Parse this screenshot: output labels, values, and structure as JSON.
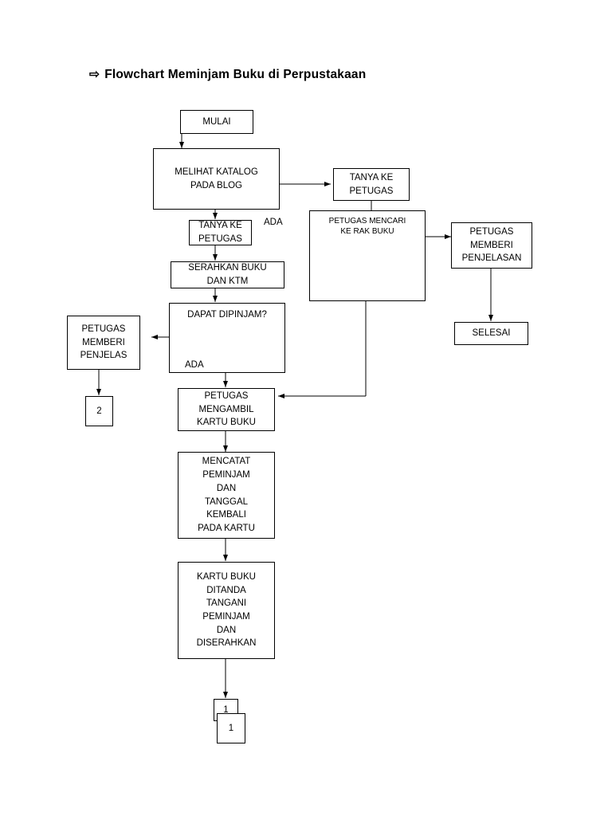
{
  "title": {
    "bullet": "⇨",
    "text": "Flowchart Meminjam Buku di Perpustakaan"
  },
  "nodes": [
    {
      "id": "mulai",
      "label": "MULAI"
    },
    {
      "id": "melihat-katalog",
      "label": "MELIHAT KATALOG\nPADA BLOG"
    },
    {
      "id": "tanya-petugas-1",
      "label": "TANYA KE\nPETUGAS"
    },
    {
      "id": "tanya-petugas-2",
      "label": "TANYA KE\nPETUGAS"
    },
    {
      "id": "petugas-mencari",
      "label": "PETUGAS  MENCARI\nKE RAK BUKU"
    },
    {
      "id": "petugas-memberi-penjelasan-1",
      "label": "PETUGAS\nMEMBERI\nPENJELASAN"
    },
    {
      "id": "selesai",
      "label": "SELESAI"
    },
    {
      "id": "serahkan-buku",
      "label": "SERAHKAN BUKU\nDAN KTM"
    },
    {
      "id": "dapat-dipinjam",
      "label": "DAPAT DIPINJAM?"
    },
    {
      "id": "petugas-memberi-penjelasan-2",
      "label": "PETUGAS\nMEMBERI\nPENJELAS"
    },
    {
      "id": "konektor-2",
      "label": "2"
    },
    {
      "id": "petugas-mengambil",
      "label": "PETUGAS\nMENGAMBIL\nKARTU BUKU"
    },
    {
      "id": "mencatat",
      "label": "MENCATAT\nPEMINJAM\nDAN\nTANGGAL\nKEMBALI\nPADA KARTU"
    },
    {
      "id": "kartu-buku",
      "label": "KARTU BUKU\nDITANDA\nTANGANI\nPEMINJAM\nDAN\nDISERAHKAN"
    },
    {
      "id": "konektor-1a",
      "label": "1"
    },
    {
      "id": "konektor-1b",
      "label": "1"
    }
  ],
  "edge_labels": [
    {
      "id": "ada-1",
      "text": "ADA"
    },
    {
      "id": "ada-2",
      "text": "ADA"
    }
  ]
}
